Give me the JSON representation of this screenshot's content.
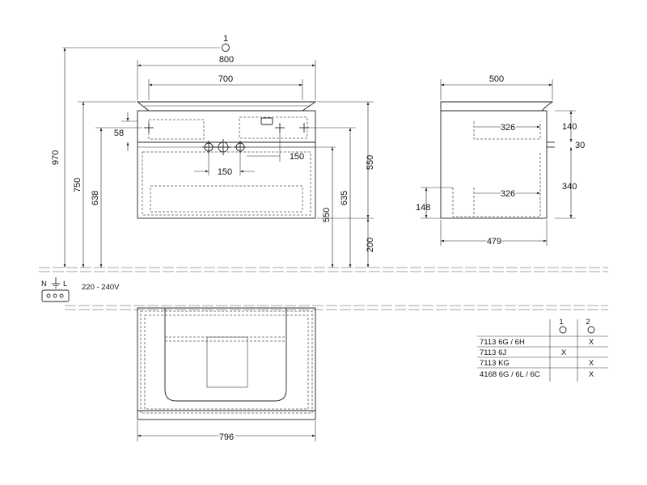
{
  "callouts": {
    "c1": "1",
    "c2": "2"
  },
  "front": {
    "d_800": "800",
    "d_700": "700",
    "d_970": "970",
    "d_750": "750",
    "d_638": "638",
    "d_58": "58",
    "d_150_right": "150",
    "d_150_bottom": "150",
    "d_550_top": "550",
    "d_635": "635",
    "d_550_low": "550",
    "d_200": "200"
  },
  "side": {
    "d_500": "500",
    "d_326_top": "326",
    "d_326_low": "326",
    "d_140": "140",
    "d_30": "30",
    "d_340": "340",
    "d_148": "148",
    "d_479": "479"
  },
  "electrical": {
    "n": "N",
    "l": "L",
    "voltage": "220 - 240V"
  },
  "plan": {
    "d_796": "796"
  },
  "table": {
    "rows": [
      {
        "code": "7113 6G / 6H",
        "c1": "",
        "c2": "X"
      },
      {
        "code": "7113 6J",
        "c1": "X",
        "c2": ""
      },
      {
        "code": "7113 KG",
        "c1": "",
        "c2": "X"
      },
      {
        "code": "4168 6G / 6L / 6C",
        "c1": "",
        "c2": "X"
      }
    ]
  }
}
